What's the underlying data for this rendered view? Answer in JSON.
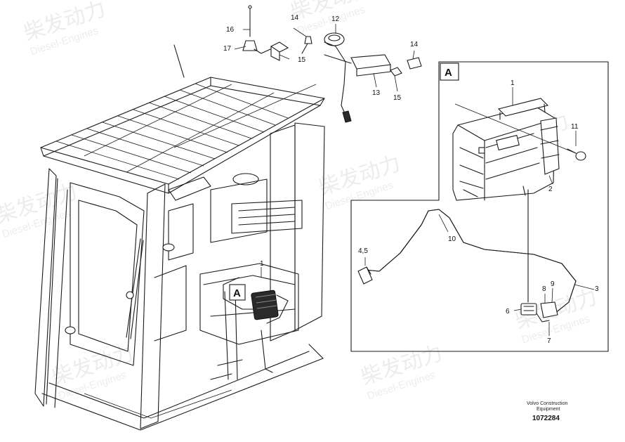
{
  "callouts": {
    "c1": "1",
    "c2": "2",
    "c3": "3",
    "c45": "4,5",
    "c6": "6",
    "c7": "7",
    "c8": "8",
    "c9": "9",
    "c10": "10",
    "c11": "11",
    "c12": "12",
    "c13": "13",
    "c14a": "14",
    "c14b": "14",
    "c15a": "15",
    "c15b": "15",
    "c16": "16",
    "c17": "17",
    "c1main": "1"
  },
  "detail_view": {
    "label": "A",
    "main_label": "A"
  },
  "footer": {
    "brand_line1": "Volvo Construction",
    "brand_line2": "Equipment",
    "document_number": "1072284"
  },
  "watermark": {
    "chinese": "柴发动力",
    "english": "Diesel-Engines"
  }
}
